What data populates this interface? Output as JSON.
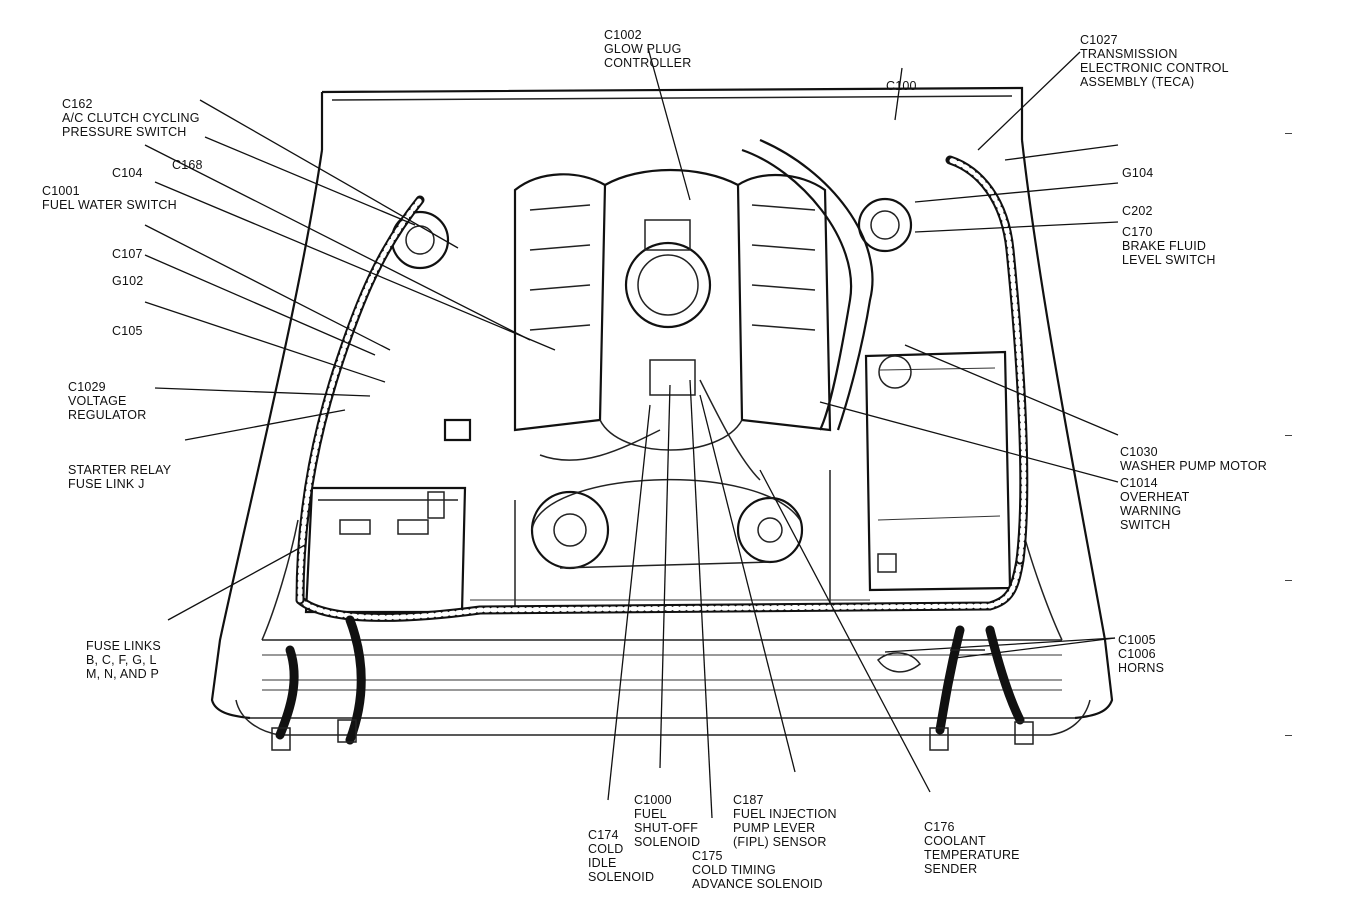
{
  "callouts": {
    "c1002": [
      "C1002",
      "GLOW PLUG",
      "CONTROLLER"
    ],
    "c1027": [
      "C1027",
      "TRANSMISSION",
      "ELECTRONIC CONTROL",
      "ASSEMBLY (TECA)"
    ],
    "c100": [
      "C100"
    ],
    "g104": [
      "G104"
    ],
    "c202": [
      "C202"
    ],
    "c170": [
      "C170",
      "BRAKE FLUID",
      "LEVEL SWITCH"
    ],
    "c162": [
      "C162",
      "A/C CLUTCH CYCLING",
      "PRESSURE SWITCH"
    ],
    "c168": [
      "C168"
    ],
    "c104": [
      "C104"
    ],
    "c1001": [
      "C1001",
      "FUEL WATER SWITCH"
    ],
    "c107": [
      "C107"
    ],
    "g102": [
      "G102"
    ],
    "c105": [
      "C105"
    ],
    "c1029": [
      "C1029",
      "VOLTAGE",
      "REGULATOR"
    ],
    "starter": [
      "STARTER RELAY",
      "FUSE LINK J"
    ],
    "fuselinks": [
      "FUSE LINKS",
      "B, C, F, G, L",
      "M, N, AND P"
    ],
    "c1030": [
      "C1030",
      "WASHER PUMP MOTOR"
    ],
    "c1014": [
      "C1014",
      "OVERHEAT",
      "WARNING",
      "SWITCH"
    ],
    "c1005": [
      "C1005",
      "C1006",
      "HORNS"
    ],
    "c1000": [
      "C1000",
      "FUEL",
      "SHUT-OFF",
      "SOLENOID"
    ],
    "c187": [
      "C187",
      "FUEL INJECTION",
      "PUMP LEVER",
      "(FIPL) SENSOR"
    ],
    "c174": [
      "C174",
      "COLD",
      "IDLE",
      "SOLENOID"
    ],
    "c175": [
      "C175",
      "COLD TIMING",
      "ADVANCE SOLENOID"
    ],
    "c176": [
      "C176",
      "COOLANT",
      "TEMPERATURE",
      "SENDER"
    ]
  }
}
